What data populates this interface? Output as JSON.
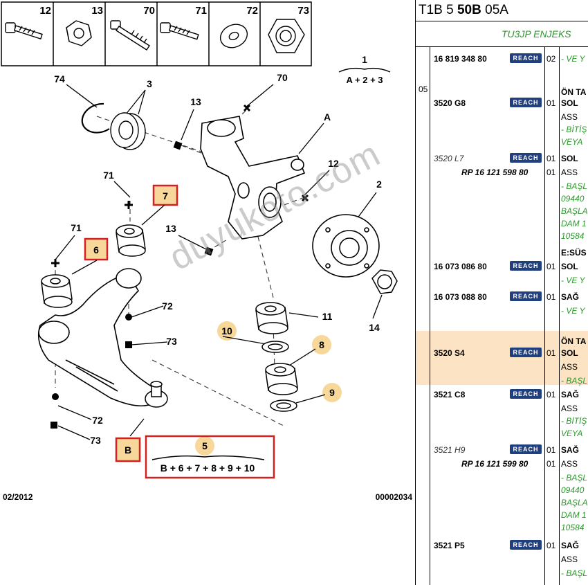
{
  "diagram": {
    "box_parts": [
      {
        "num": "12",
        "icon": "bolt-icon"
      },
      {
        "num": "13",
        "icon": "nut-icon"
      },
      {
        "num": "70",
        "icon": "stud-bolt-icon"
      },
      {
        "num": "71",
        "icon": "bolt-icon"
      },
      {
        "num": "72",
        "icon": "washer-icon"
      },
      {
        "num": "73",
        "icon": "hex-nut-icon"
      }
    ],
    "callouts": {
      "c1": "1",
      "c1_formula": "A + 2 + 3",
      "c74": "74",
      "c3": "3",
      "c70": "70",
      "c13a": "13",
      "cA": "A",
      "c12": "12",
      "c2": "2",
      "c71a": "71",
      "c7": "7",
      "c13b": "13",
      "c71b": "71",
      "c6": "6",
      "c72a": "72",
      "c73a": "73",
      "c11": "11",
      "c10": "10",
      "c14": "14",
      "c8": "8",
      "c9": "9",
      "c72b": "72",
      "c73b": "73",
      "cB": "B",
      "c5": "5",
      "c5_formula": "B + 6 + 7 + 8 + 9 + 10"
    },
    "date": "02/2012",
    "code": "00002034",
    "watermark": "duyukoto.com"
  },
  "catalog": {
    "header_prefix": "T1B 5",
    "header_bold": "50B",
    "header_suffix": "05A",
    "subheader": "TU3JP ENJEKS",
    "section": "05",
    "reach_label": "REACH",
    "rows": [
      {
        "ref": "16 819 348 80",
        "qty": "02",
        "desc": "- VE Y"
      },
      {
        "desc": "ÖN TA"
      },
      {
        "ref": "3520 G8",
        "qty": "01",
        "desc": "SOL"
      },
      {
        "desc": "ASS"
      },
      {
        "desc": "- BİTİŞ"
      },
      {
        "desc": "VEYA"
      },
      {
        "ref": "3520 L7",
        "qty": "01",
        "desc": "SOL"
      },
      {
        "rp": "RP 16 121 598 80",
        "qty": "01",
        "desc": "ASS"
      },
      {
        "desc": "- BAŞL"
      },
      {
        "desc": "09440"
      },
      {
        "desc": "BAŞLA"
      },
      {
        "desc": "DAM 1"
      },
      {
        "desc": "10584"
      },
      {
        "desc": "E:SÜS"
      },
      {
        "ref": "16 073 086 80",
        "qty": "01",
        "desc": "SOL"
      },
      {
        "desc": "- VE Y"
      },
      {
        "ref": "16 073 088 80",
        "qty": "01",
        "desc": "SAĞ"
      },
      {
        "desc": "- VE Y"
      },
      {
        "desc": "ÖN TA"
      },
      {
        "ref": "3520 S4",
        "qty": "01",
        "desc": "SOL"
      },
      {
        "desc": "ASS"
      },
      {
        "desc": "- BAŞL"
      },
      {
        "ref": "3521 C8",
        "qty": "01",
        "desc": "SAĞ"
      },
      {
        "desc": "ASS"
      },
      {
        "desc": "- BİTİŞ"
      },
      {
        "desc": "VEYA"
      },
      {
        "ref": "3521 H9",
        "qty": "01",
        "desc": "SAĞ"
      },
      {
        "rp": "RP 16 121 599 80",
        "qty": "01",
        "desc": "ASS"
      },
      {
        "desc": "- BAŞL"
      },
      {
        "desc": "09440"
      },
      {
        "desc": "BAŞLA"
      },
      {
        "desc": "DAM 1"
      },
      {
        "desc": "10584"
      },
      {
        "ref": "3521 P5",
        "qty": "01",
        "desc": "SAĞ"
      },
      {
        "desc": "ASS"
      },
      {
        "desc": "- BAŞL"
      }
    ]
  },
  "colors": {
    "highlight_red": "#d42020",
    "callout_orange": "#f7d79a",
    "row_highlight": "#fbe3c3",
    "reach_blue": "#1f3f7f",
    "green_text": "#2a9a2a"
  }
}
